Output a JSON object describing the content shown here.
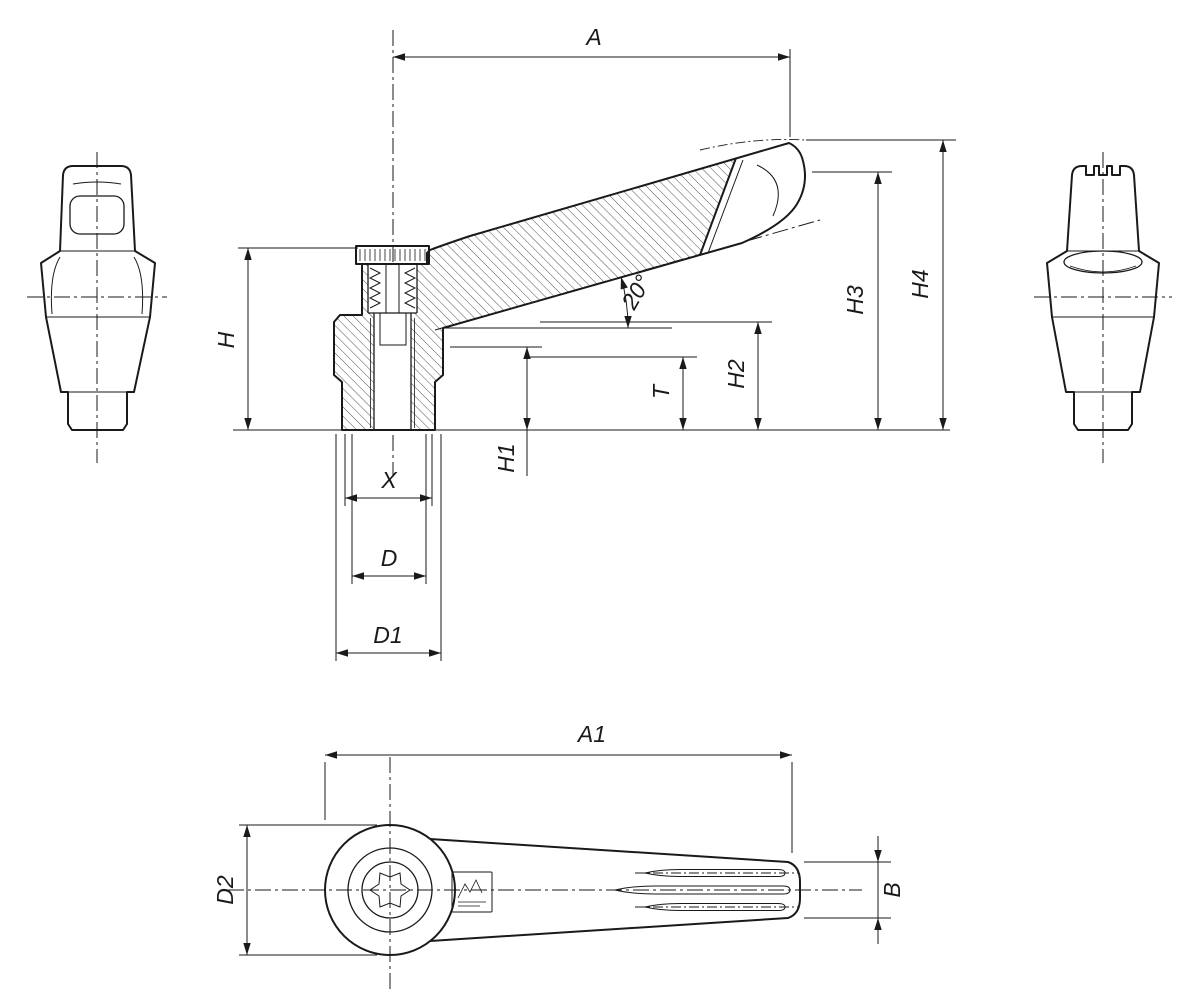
{
  "colors": {
    "line": "#1a1a1a",
    "background": "#ffffff"
  },
  "dims": {
    "A": "A",
    "A1": "A1",
    "B": "B",
    "D": "D",
    "D1": "D1",
    "D2": "D2",
    "H": "H",
    "H1": "H1",
    "H2": "H2",
    "H3": "H3",
    "H4": "H4",
    "T": "T",
    "X": "X",
    "angle": "20°"
  }
}
